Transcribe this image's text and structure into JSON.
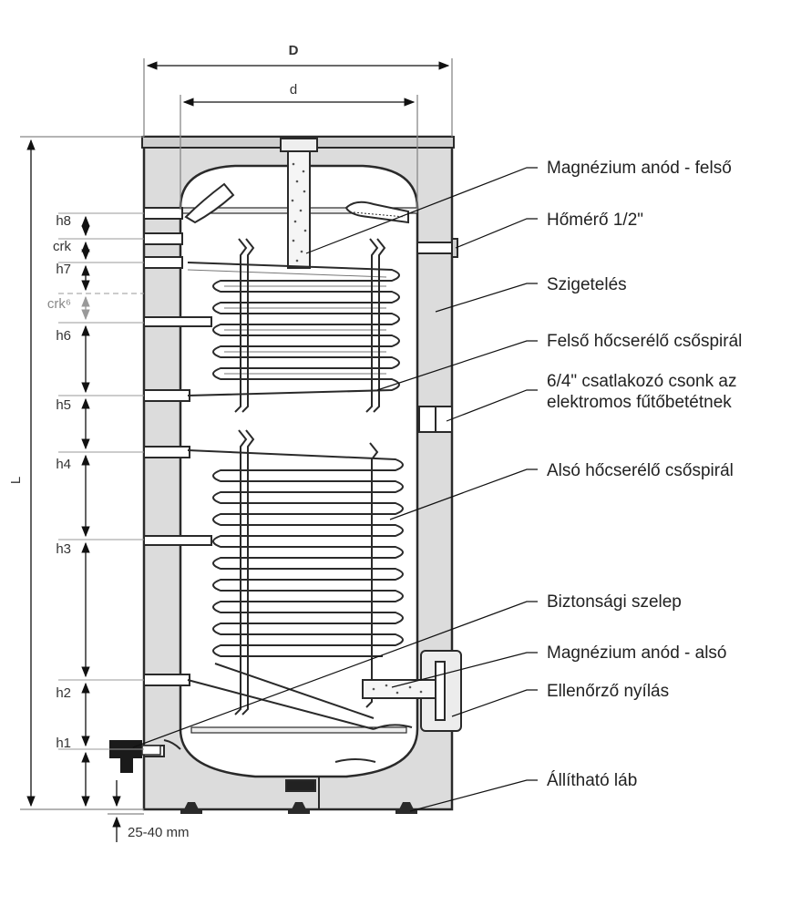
{
  "dimensions": {
    "outer_diameter": "D",
    "inner_diameter": "d",
    "length": "L",
    "foot_range": "25-40 mm",
    "heights": [
      "h8",
      "crk",
      "h7",
      "crk⁶",
      "h6",
      "h5",
      "h4",
      "h3",
      "h2",
      "h1"
    ]
  },
  "callouts": [
    {
      "id": "anode-top",
      "lines": [
        "Magnézium anód - felső"
      ]
    },
    {
      "id": "thermometer",
      "lines": [
        "Hőmérő 1/2\""
      ]
    },
    {
      "id": "insulation",
      "lines": [
        "Szigetelés"
      ]
    },
    {
      "id": "upper-coil",
      "lines": [
        "Felső hőcserélő csőspirál"
      ]
    },
    {
      "id": "heater-socket",
      "lines": [
        "6/4\" csatlakozó csonk az",
        "elektromos fűtőbetétnek"
      ]
    },
    {
      "id": "lower-coil",
      "lines": [
        "Alsó hőcserélő csőspirál"
      ]
    },
    {
      "id": "safety-valve",
      "lines": [
        "Biztonsági szelep"
      ]
    },
    {
      "id": "anode-bottom",
      "lines": [
        "Magnézium anód - alsó"
      ]
    },
    {
      "id": "inspection",
      "lines": [
        "Ellenőrző nyílás"
      ]
    },
    {
      "id": "feet",
      "lines": [
        "Állítható láb"
      ]
    }
  ],
  "colors": {
    "insulation": "#dcdcdc",
    "line": "#2a2a2a",
    "tank": "#ffffff"
  }
}
